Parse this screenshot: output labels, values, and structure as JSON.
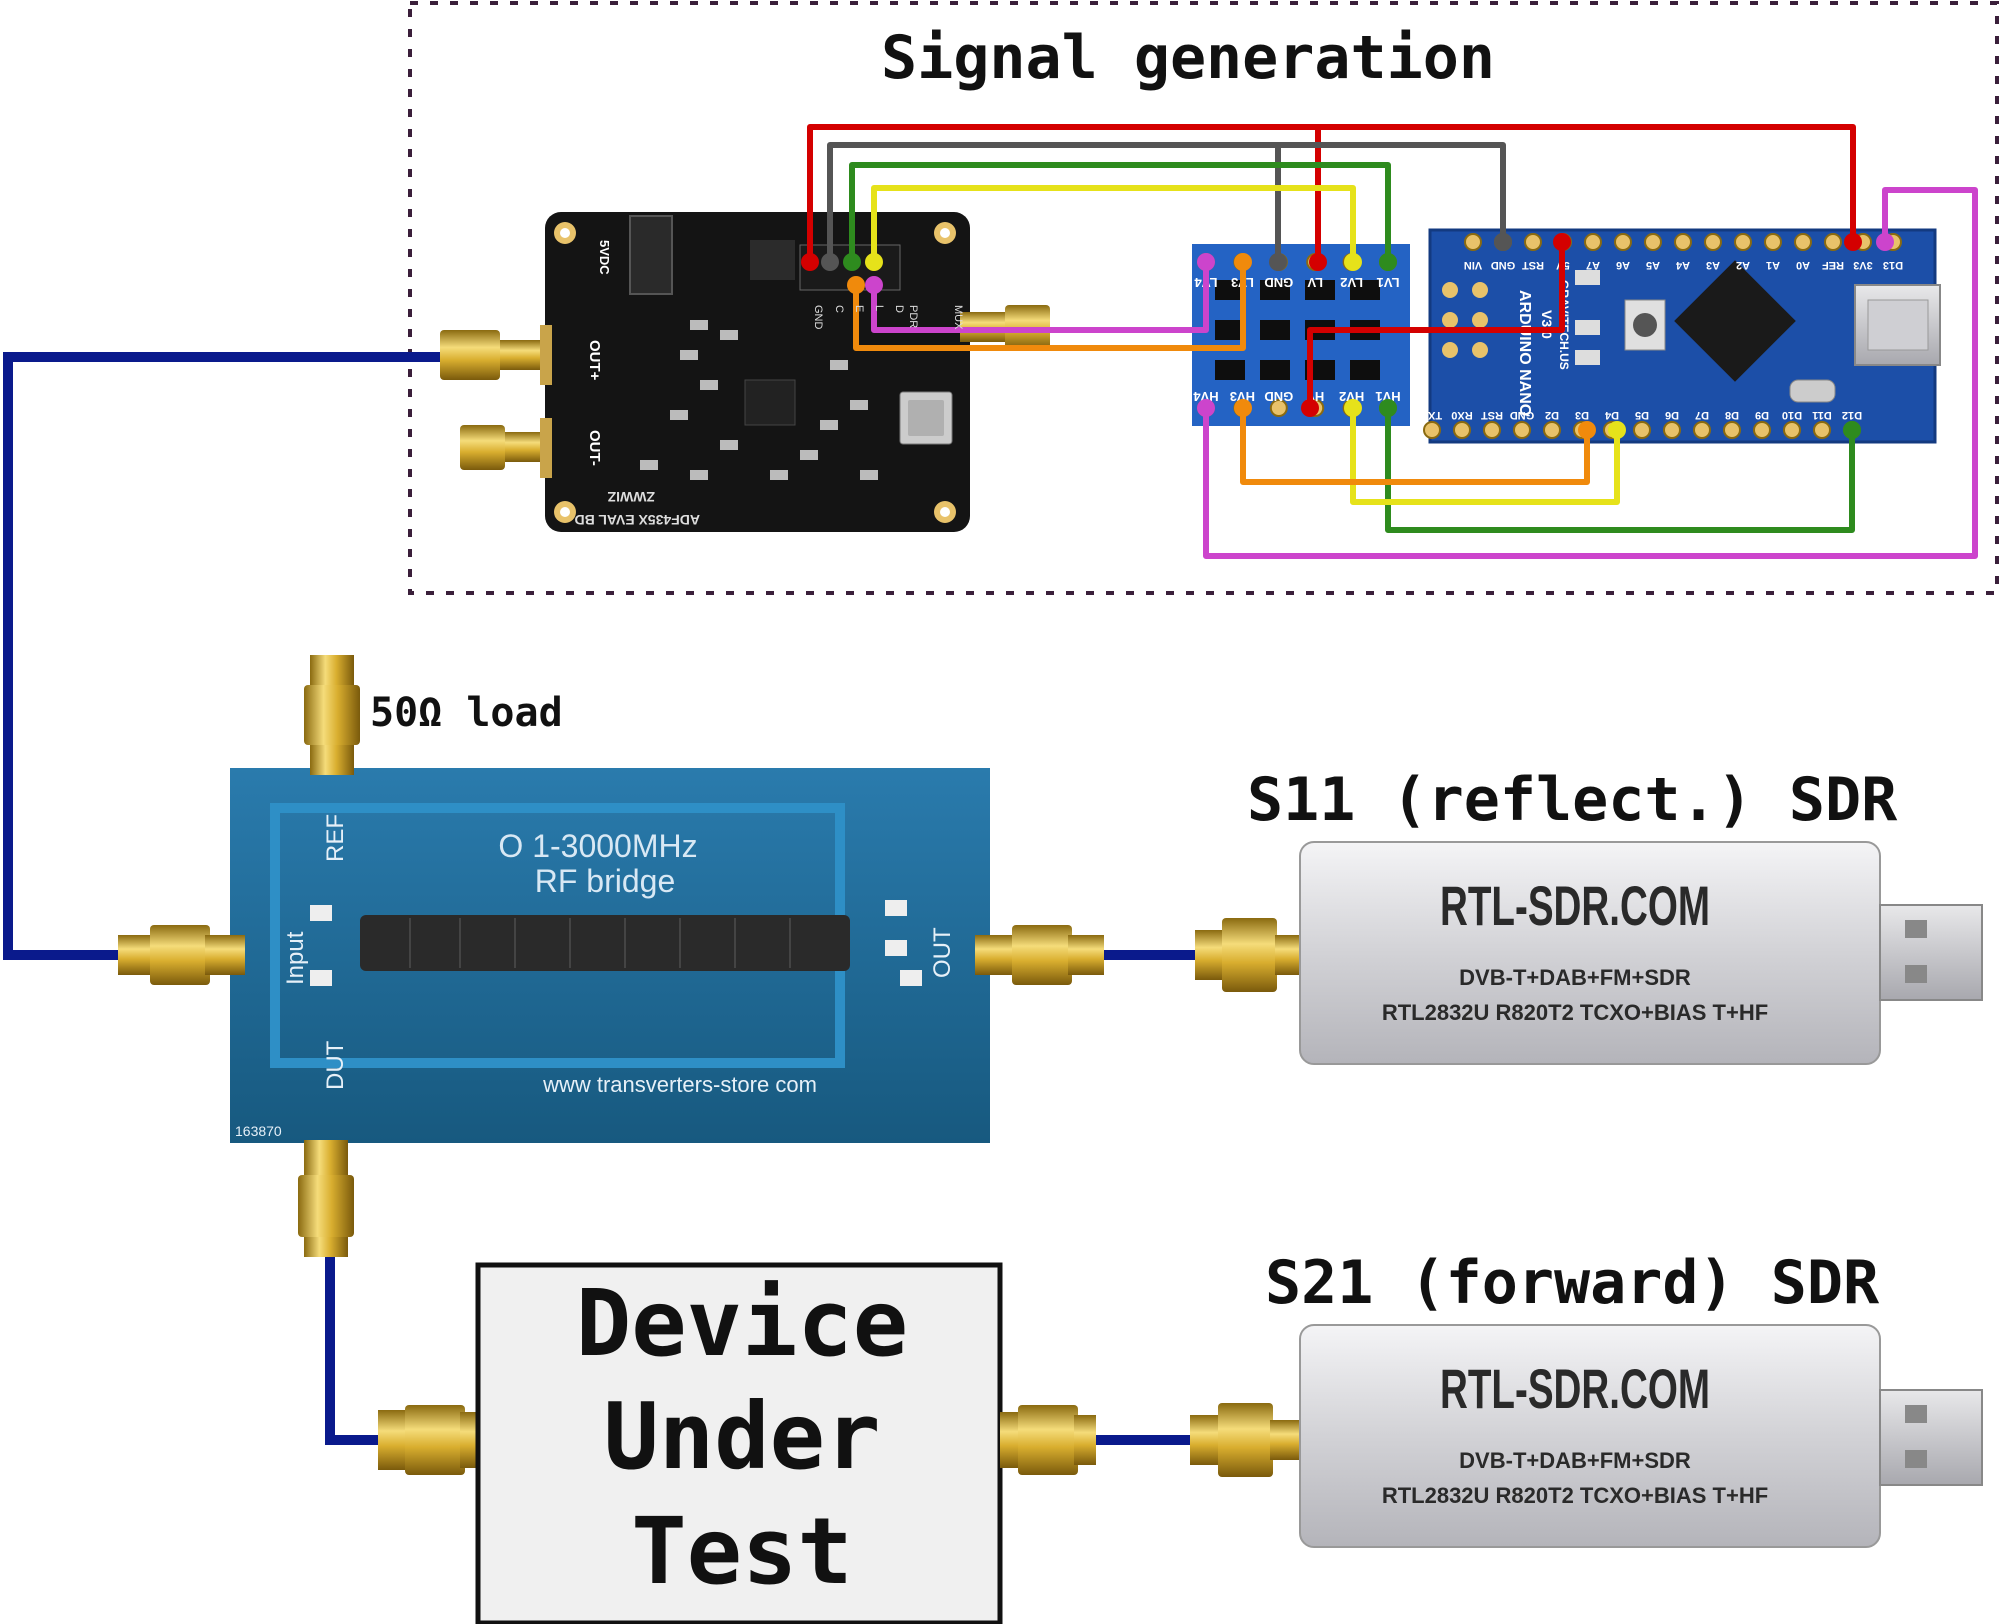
{
  "title": "Signal generation",
  "labels": {
    "load": "50Ω load",
    "s11": "S11 (reflect.) SDR",
    "s21": "S21 (forward) SDR",
    "dut": [
      "Device",
      "Under",
      "Test"
    ]
  },
  "bridge": {
    "line1": "O 1-3000MHz",
    "line2": "RF bridge",
    "url": "www transverters-store com",
    "serial": "163870",
    "port_ref": "REF",
    "port_input": "Input",
    "port_dut": "DUT",
    "port_out": "OUT"
  },
  "sdr": {
    "brand": "RTL-SDR.COM",
    "line1": "DVB-T+DAB+FM+SDR",
    "line2": "RTL2832U R820T2 TCXO+BIAS T+HF"
  },
  "adf_board": {
    "label_main": "ADF435X EVAL BD",
    "label_sub": "ZWWIZ",
    "out_plus": "OUT+",
    "out_minus": "OUT-",
    "pin_labels": [
      "GND",
      "C",
      "E",
      "L",
      "D",
      "PDR",
      "MUX"
    ],
    "dc": "5VDC"
  },
  "level_shifter": {
    "top_pins": [
      "LV4",
      "LV3",
      "GND",
      "LV",
      "LV2",
      "LV1"
    ],
    "bottom_pins": [
      "HV4",
      "HV3",
      "GND",
      "HV",
      "HV2",
      "HV1"
    ]
  },
  "arduino": {
    "name": "ARDUINO NANO",
    "version": "V3.0",
    "maker": "GRAVITECH.US",
    "top_pins": [
      "D12",
      "D11",
      "D10",
      "D9",
      "D8",
      "D7",
      "D6",
      "D5",
      "D4",
      "D3",
      "D2",
      "GND",
      "RST",
      "RX0",
      "TX1"
    ],
    "bottom_pins": [
      "VIN",
      "GND",
      "RST",
      "5V",
      "A7",
      "A6",
      "A5",
      "A4",
      "A3",
      "A2",
      "A1",
      "A0",
      "REF",
      "3V3",
      "D13"
    ]
  },
  "colors": {
    "cable": "#0a1a8c",
    "wire_red": "#d40000",
    "wire_gray": "#555555",
    "wire_green": "#2e8b1e",
    "wire_yellow": "#e6e21a",
    "wire_orange": "#f08a0c",
    "wire_magenta": "#cc44cc",
    "bridge_pcb": "#1f6b9a",
    "arduino_pcb": "#1c4fa8",
    "shifter_pcb": "#2463c4",
    "adf_pcb": "#141414",
    "sdr_body": "#d8d8da",
    "dut_fill": "#f0f0f0"
  }
}
